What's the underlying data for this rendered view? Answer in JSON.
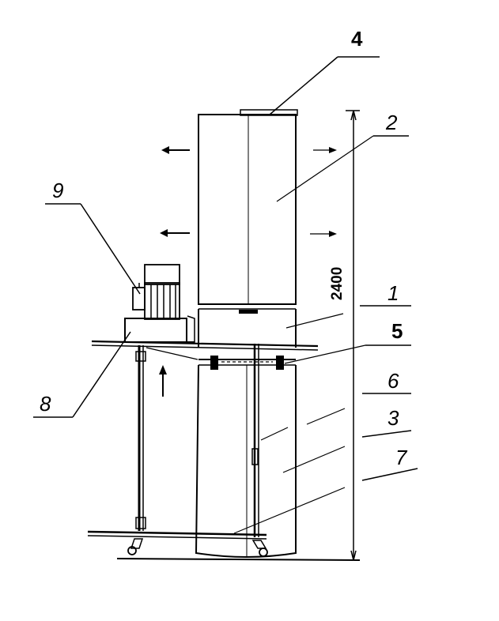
{
  "dimension": {
    "height_label": "2400"
  },
  "callouts": {
    "c1": "1",
    "c2": "2",
    "c3": "3",
    "c4": "4",
    "c5": "5",
    "c6": "6",
    "c7": "7",
    "c8": "8",
    "c9": "9"
  },
  "colors": {
    "ink": "#000000",
    "paper": "#ffffff"
  }
}
